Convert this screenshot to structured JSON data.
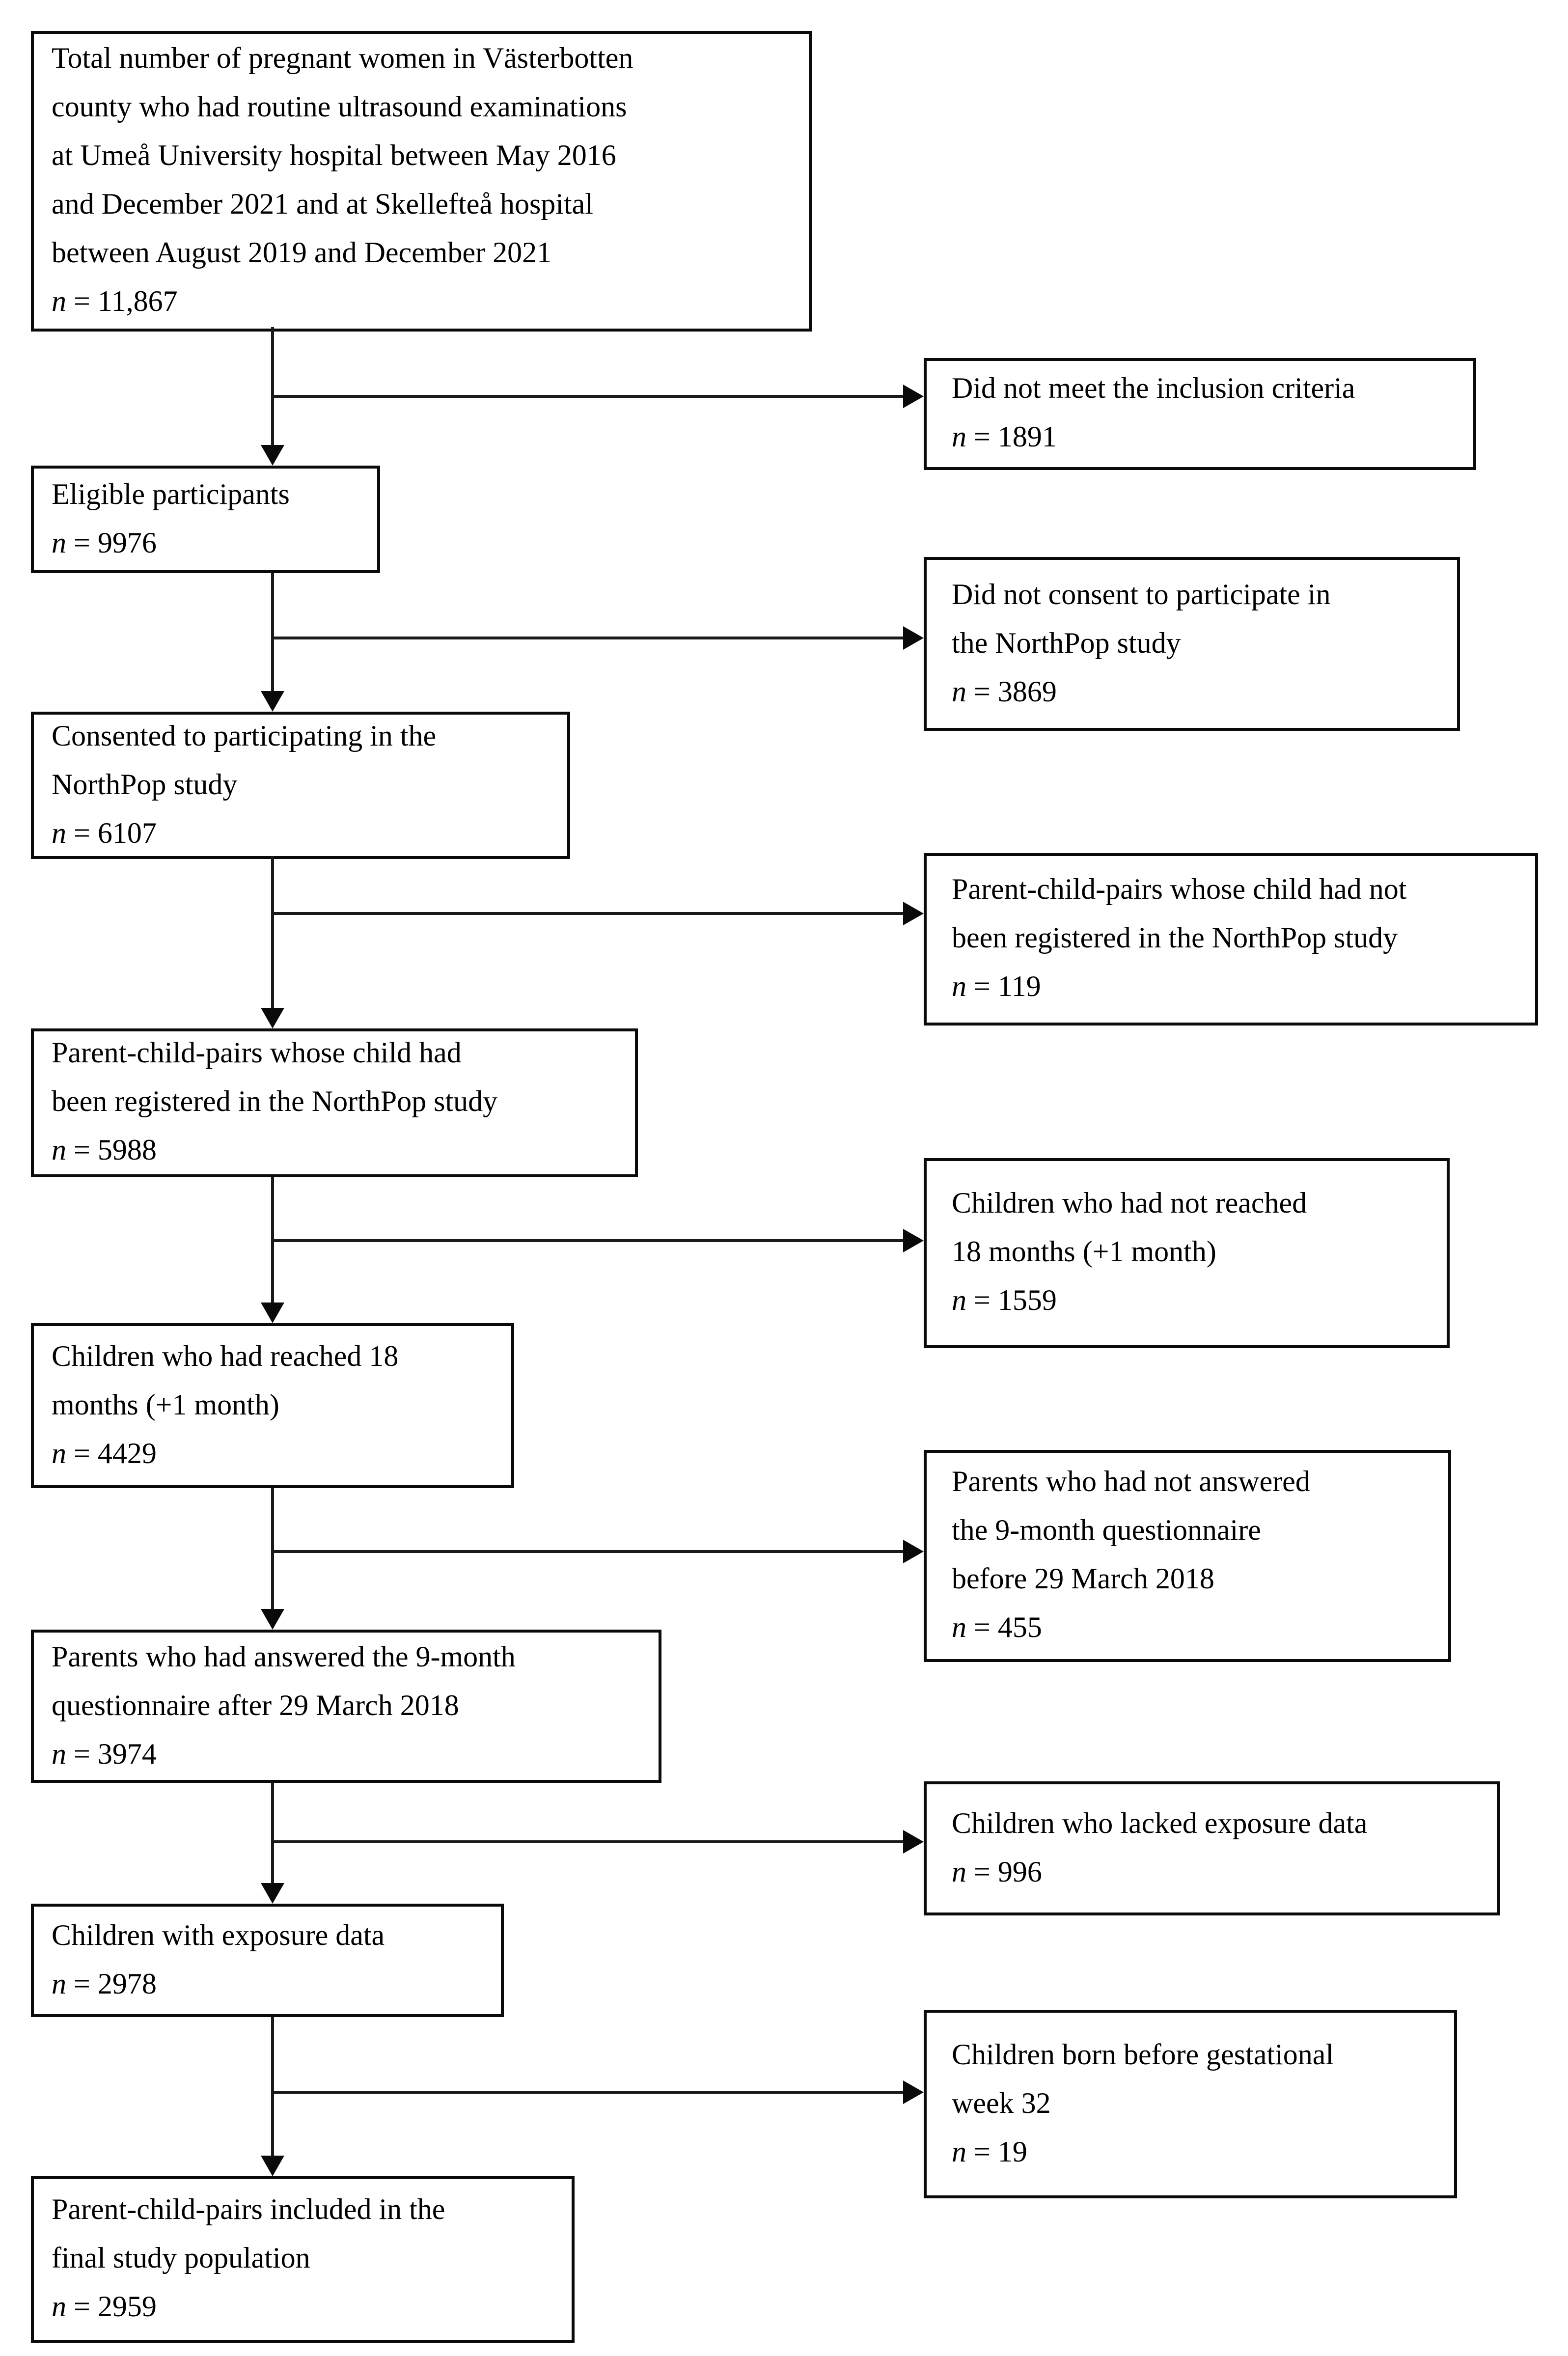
{
  "flowchart": {
    "main_boxes": [
      {
        "text": "Total number of pregnant women in Västerbotten\ncounty who had routine ultrasound examinations\nat Umeå University hospital between May 2016\nand December 2021 and at Skellefteå hospital\nbetween August 2019 and December 2021",
        "n_var": "n",
        "n_eq": " = 11,867"
      },
      {
        "text": "Eligible participants",
        "n_var": "n",
        "n_eq": " = 9976"
      },
      {
        "text": "Consented to participating in the\nNorthPop study",
        "n_var": "n",
        "n_eq": " = 6107"
      },
      {
        "text": "Parent-child-pairs whose child had\nbeen registered in the NorthPop study",
        "n_var": "n",
        "n_eq": " = 5988"
      },
      {
        "text": "Children who had reached 18\nmonths (+1 month)",
        "n_var": "n",
        "n_eq": " = 4429"
      },
      {
        "text": "Parents who had answered the 9-month\nquestionnaire after 29 March 2018",
        "n_var": "n",
        "n_eq": " = 3974"
      },
      {
        "text": "Children with exposure data",
        "n_var": "n",
        "n_eq": " = 2978"
      },
      {
        "text": "Parent-child-pairs included in the\nfinal study population",
        "n_var": "n",
        "n_eq": " = 2959"
      }
    ],
    "exclusion_boxes": [
      {
        "text": "Did not meet the inclusion criteria",
        "n_var": "n",
        "n_eq": " = 1891"
      },
      {
        "text": "Did not consent to participate in\nthe NorthPop study",
        "n_var": "n",
        "n_eq": " = 3869"
      },
      {
        "text": "Parent-child-pairs whose child had not\nbeen registered in the NorthPop study",
        "n_var": "n",
        "n_eq": " = 119"
      },
      {
        "text": "Children who had not reached\n18 months (+1 month)",
        "n_var": "n",
        "n_eq": " = 1559"
      },
      {
        "text": "Parents who had not answered\nthe 9-month questionnaire\nbefore 29 March 2018",
        "n_var": "n",
        "n_eq": " = 455"
      },
      {
        "text": "Children who lacked exposure data",
        "n_var": "n",
        "n_eq": " = 996"
      },
      {
        "text": "Children born before gestational\nweek 32",
        "n_var": "n",
        "n_eq": " = 19"
      }
    ]
  }
}
